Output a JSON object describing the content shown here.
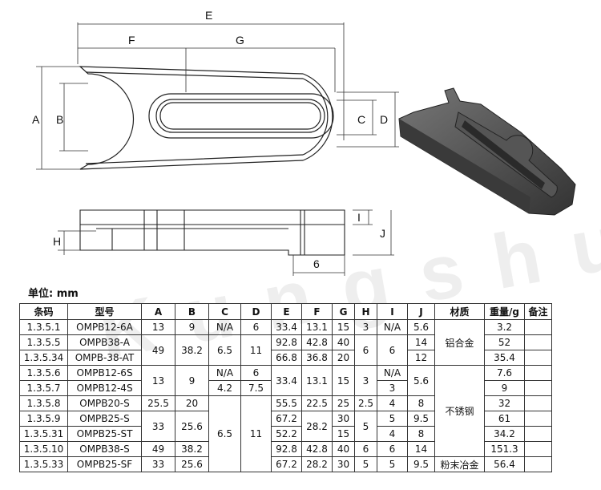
{
  "drawing": {
    "dims": {
      "A": "A",
      "B": "B",
      "C": "C",
      "D": "D",
      "E": "E",
      "F": "F",
      "G": "G",
      "H": "H",
      "I": "I",
      "J": "J",
      "six": "6"
    }
  },
  "watermark": "Kungshu",
  "unit_label": "单位: mm",
  "table": {
    "headers": [
      "条码",
      "型号",
      "A",
      "B",
      "C",
      "D",
      "E",
      "F",
      "G",
      "H",
      "I",
      "J",
      "材质",
      "重量/g",
      "备注"
    ],
    "rows": [
      [
        "1.3.5.1",
        "OMPB12-6A",
        "13",
        "9",
        "N/A",
        "6",
        "33.4",
        "13.1",
        "15",
        "3",
        "N/A",
        "5.6",
        "",
        "3.2",
        ""
      ],
      [
        "1.3.5.5",
        "OMPB38-A",
        "49",
        "38.2",
        "6.5",
        "11",
        "92.8",
        "42.8",
        "40",
        "6",
        "6",
        "14",
        "铝合金",
        "52",
        ""
      ],
      [
        "1.3.5.34",
        "OMPB-38-AT",
        "",
        "",
        "",
        "",
        "66.8",
        "36.8",
        "20",
        "",
        "",
        "12",
        "",
        "35.4",
        ""
      ],
      [
        "1.3.5.6",
        "OMPB12-6S",
        "13",
        "9",
        "N/A",
        "6",
        "33.4",
        "13.1",
        "15",
        "3",
        "N/A",
        "5.6",
        "",
        "7.6",
        ""
      ],
      [
        "1.3.5.7",
        "OMPB12-4S",
        "",
        "",
        "4.2",
        "7.5",
        "",
        "",
        "",
        "",
        "3",
        "",
        "",
        "9",
        ""
      ],
      [
        "1.3.5.8",
        "OMPB20-S",
        "25.5",
        "20",
        "6.5",
        "11",
        "55.5",
        "22.5",
        "25",
        "2.5",
        "4",
        "8",
        "不锈钢",
        "32",
        ""
      ],
      [
        "1.3.5.9",
        "OMPB25-S",
        "33",
        "25.6",
        "",
        "",
        "67.2",
        "28.2",
        "30",
        "5",
        "5",
        "9.5",
        "",
        "61",
        ""
      ],
      [
        "1.3.5.31",
        "OMPB25-ST",
        "",
        "",
        "",
        "",
        "52.2",
        "",
        "15",
        "",
        "4",
        "8",
        "",
        "34.2",
        ""
      ],
      [
        "1.3.5.10",
        "OMPB38-S",
        "49",
        "38.2",
        "",
        "",
        "92.8",
        "42.8",
        "40",
        "6",
        "6",
        "14",
        "",
        "151.3",
        ""
      ],
      [
        "1.3.5.33",
        "OMPB25-SF",
        "33",
        "25.6",
        "",
        "",
        "67.2",
        "28.2",
        "30",
        "5",
        "5",
        "9.5",
        "粉末冶金",
        "56.4",
        ""
      ]
    ]
  }
}
